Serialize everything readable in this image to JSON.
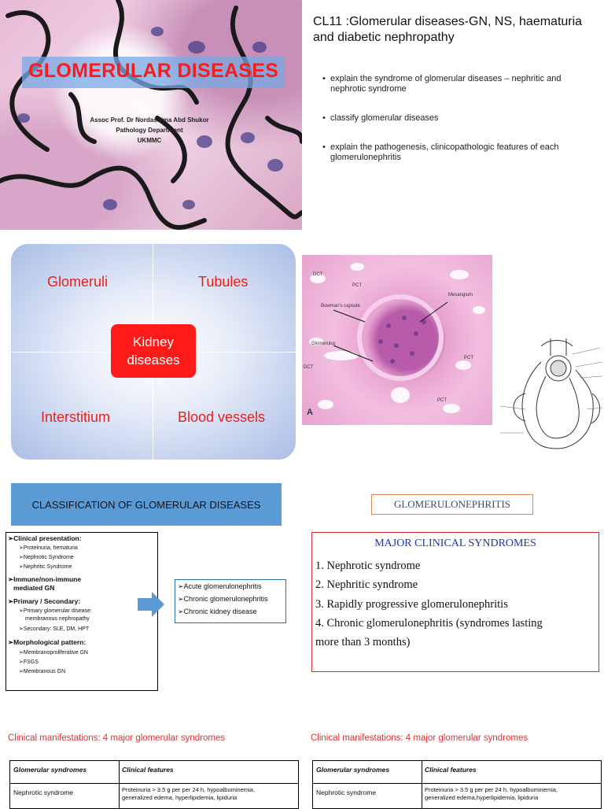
{
  "slide1": {
    "title": "GLOMERULAR DISEASES",
    "author": "Assoc Prof. Dr Nordashima Abd Shukor",
    "department": "Pathology Department",
    "institution": "UKMMC",
    "heading": "CL11 :Glomerular diseases-GN, NS, haematuria and diabetic nephropathy",
    "objectives": [
      "explain the syndrome of glomerular diseases – nephritic and nephrotic syndrome",
      "classify glomerular diseases",
      "explain the pathogenesis, clinicopathologic features of each glomerulonephritis"
    ]
  },
  "slide2": {
    "quadrants": [
      "Glomeruli",
      "Tubules",
      "Interstitium",
      "Blood vessels"
    ],
    "center": "Kidney diseases",
    "histology_labels": [
      "DCT",
      "PCT",
      "Bowman's capsule",
      "Mesangium",
      "Glomerulus",
      "PCT",
      "DCT",
      "PCT",
      "A"
    ]
  },
  "slide3": {
    "classification_title": "CLASSIFICATION OF GLOMERULAR DISEASES",
    "left_items": [
      {
        "text": "➢Clinical presentation:",
        "level": 0
      },
      {
        "text": "➢Proteinuria, hematuria",
        "level": 1
      },
      {
        "text": "➢Nephrotic Syndrome",
        "level": 1
      },
      {
        "text": "➢Nephritic Syndrome",
        "level": 1
      },
      {
        "text": "➢Immune/non-immune",
        "level": 0
      },
      {
        "text": "mediated GN",
        "level": 0
      },
      {
        "text": "➢Primary / Secondary:",
        "level": 0
      },
      {
        "text": "➢Primary glomerular disease:",
        "level": 1
      },
      {
        "text": "membranous nephropathy",
        "level": 1
      },
      {
        "text": "➢Secondary: SLE, DM, HPT",
        "level": 1
      },
      {
        "text": "➢Morphological pattern:",
        "level": 0
      },
      {
        "text": "➢Membranoproliferative GN",
        "level": 1
      },
      {
        "text": "➢FSGS",
        "level": 1
      },
      {
        "text": "➢Membranous GN",
        "level": 1
      }
    ],
    "right_items": [
      "➢Acute glomerulonephritis",
      "➢Chronic glomerulonephritis",
      "➢Chronic kidney disease"
    ],
    "gn_title": "GLOMERULONEPHRITIS",
    "syndromes_title": "MAJOR CLINICAL SYNDROMES",
    "syndromes": [
      "1.  Nephrotic syndrome",
      "2.  Nephritic syndrome",
      "3.  Rapidly progressive glomerulonephritis",
      "4.  Chronic glomerulonephritis (syndromes lasting",
      "     more than 3 months)"
    ]
  },
  "slide4": {
    "caption": "Clinical manifestations: 4 major glomerular syndromes",
    "col1": "Glomerular syndromes",
    "col2": "Clinical features",
    "row_name": "Nephrotic syndrome",
    "row_features_a": "Proteinuria > 3.5 g per per 24 h, hypoalbuminemia,",
    "row_features_b": "generalized edema, hyperlipidemia, lipiduria",
    "row_features_b2": "generalized edema,hyperlipidemia, lipiduria"
  }
}
